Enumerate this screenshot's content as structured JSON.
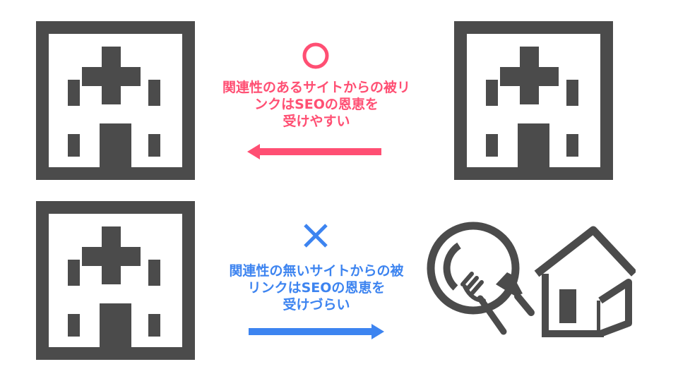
{
  "colors": {
    "building": "#4b4b4b",
    "good": "#ff4f73",
    "bad": "#3d84f0"
  },
  "rows": [
    {
      "verdict": "good",
      "mark": "circle-mark",
      "caption": "関連性のあるサイトからの被リ\nンクはSEOの恩恵を\n受けやすい",
      "arrow_direction": "left",
      "left_icon": "hospital-icon",
      "right_icon": "hospital-icon"
    },
    {
      "verdict": "bad",
      "mark": "cross-mark",
      "caption": "関連性の無いサイトからの被\nリンクはSEOの恩恵を\n受けづらい",
      "arrow_direction": "right",
      "left_icon": "hospital-icon",
      "right_icon": "restaurant-icon"
    }
  ]
}
